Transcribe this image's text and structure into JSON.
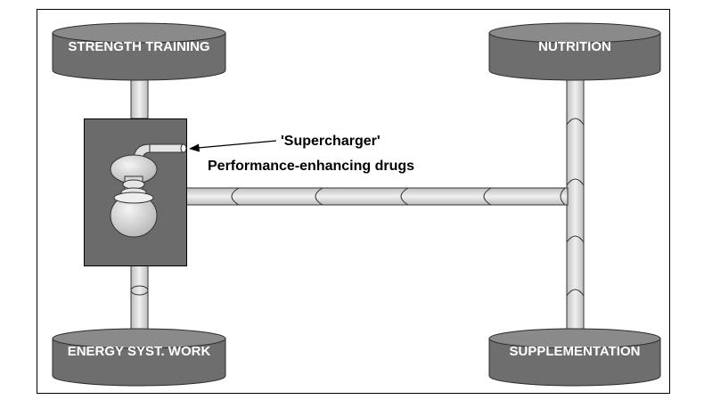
{
  "diagram": {
    "wheels": {
      "top_left": "STRENGTH TRAINING",
      "top_right": "NUTRITION",
      "bottom_left": "ENERGY SYST. WORK",
      "bottom_right": "SUPPLEMENTATION"
    },
    "callout": {
      "line1": "'Supercharger'",
      "line2": "Performance-enhancing drugs"
    }
  },
  "colors": {
    "wheel_fill": "#6e6e6e",
    "wheel_stroke": "#2b2b2b",
    "engine_fill": "#6b6b6b",
    "shaft_fill": "#dcdcdc",
    "frame_stroke": "#000000"
  }
}
